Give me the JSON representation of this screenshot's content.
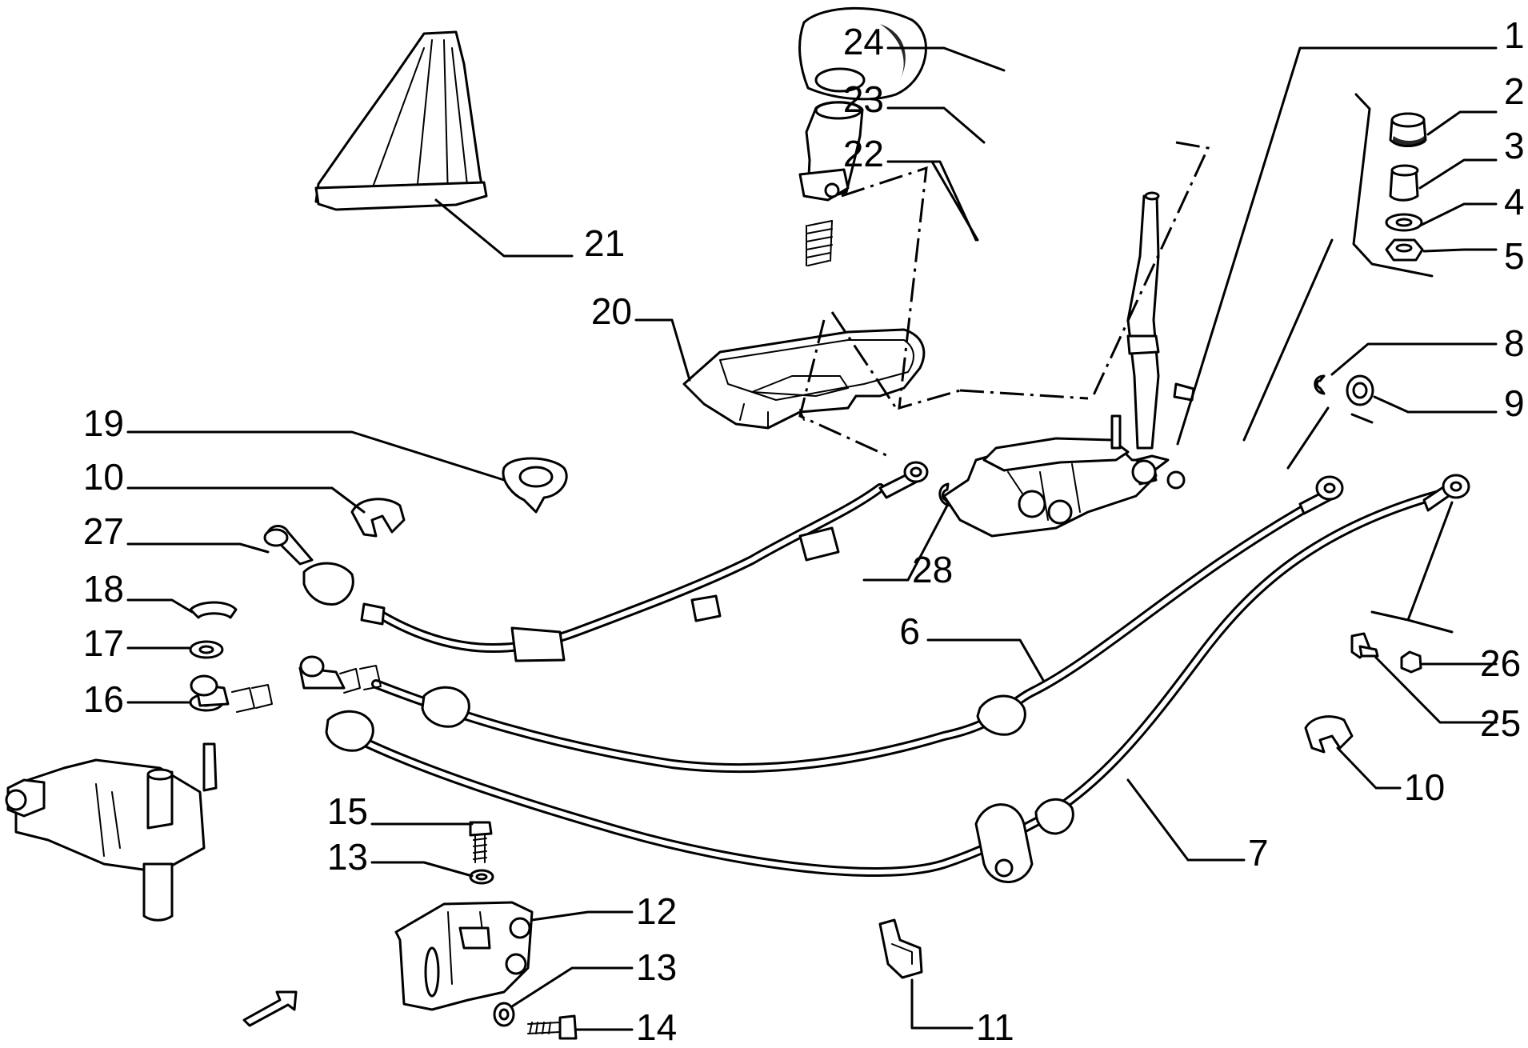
{
  "callouts": [
    {
      "id": "1",
      "text": "1"
    },
    {
      "id": "2",
      "text": "2"
    },
    {
      "id": "3",
      "text": "3"
    },
    {
      "id": "4",
      "text": "4"
    },
    {
      "id": "5",
      "text": "5"
    },
    {
      "id": "6",
      "text": "6"
    },
    {
      "id": "7",
      "text": "7"
    },
    {
      "id": "8",
      "text": "8"
    },
    {
      "id": "9",
      "text": "9"
    },
    {
      "id": "10a",
      "text": "10"
    },
    {
      "id": "10b",
      "text": "10"
    },
    {
      "id": "11",
      "text": "11"
    },
    {
      "id": "12",
      "text": "12"
    },
    {
      "id": "13a",
      "text": "13"
    },
    {
      "id": "13b",
      "text": "13"
    },
    {
      "id": "14",
      "text": "14"
    },
    {
      "id": "15",
      "text": "15"
    },
    {
      "id": "16",
      "text": "16"
    },
    {
      "id": "17",
      "text": "17"
    },
    {
      "id": "18",
      "text": "18"
    },
    {
      "id": "19",
      "text": "19"
    },
    {
      "id": "20",
      "text": "20"
    },
    {
      "id": "21",
      "text": "21"
    },
    {
      "id": "22",
      "text": "22"
    },
    {
      "id": "23",
      "text": "23"
    },
    {
      "id": "24",
      "text": "24"
    },
    {
      "id": "25",
      "text": "25"
    },
    {
      "id": "26",
      "text": "26"
    },
    {
      "id": "27",
      "text": "27"
    },
    {
      "id": "28",
      "text": "28"
    }
  ]
}
